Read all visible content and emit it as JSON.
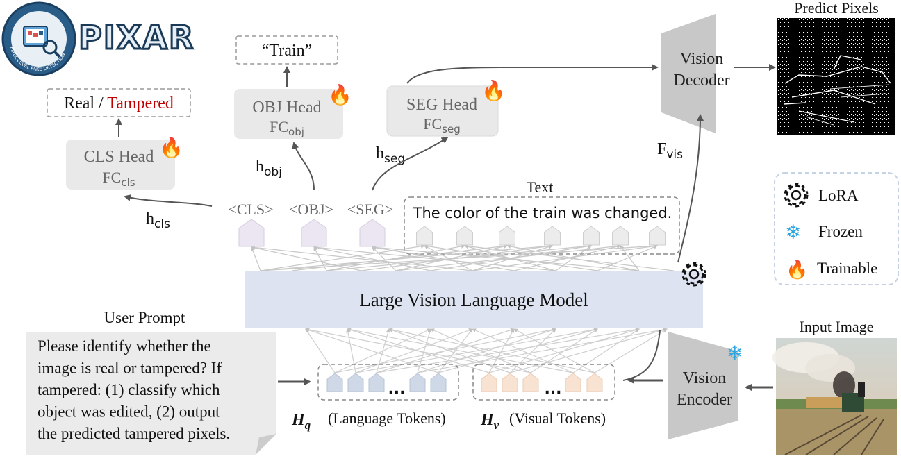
{
  "logo": {
    "word": "PIXAR",
    "ring_text": "PIXEL-LEVEL FAKE DETECTION"
  },
  "heads": {
    "cls": {
      "title": "CLS Head",
      "fc_base": "FC",
      "fc_sub": "cls",
      "output_a": "Real / ",
      "output_b": "Tampered",
      "h_base": "h",
      "h_sub": "cls"
    },
    "obj": {
      "title": "OBJ Head",
      "fc_base": "FC",
      "fc_sub": "obj",
      "output": "“Train”",
      "h_base": "h",
      "h_sub": "obj"
    },
    "seg": {
      "title": "SEG Head",
      "fc_base": "FC",
      "fc_sub": "seg",
      "h_base": "h",
      "h_sub": "seg"
    }
  },
  "tokens": {
    "cls": "<CLS>",
    "obj": "<OBJ>",
    "seg": "<SEG>"
  },
  "text_output": {
    "label": "Text",
    "sentence": "The color of the train was changed."
  },
  "vision_decoder": {
    "line1": "Vision",
    "line2": "Decoder"
  },
  "vision_encoder": {
    "line1": "Vision",
    "line2": "Encoder"
  },
  "f_vis": {
    "base": "F",
    "sub": "vis"
  },
  "predict_label": "Predict Pixels",
  "input_label": "Input Image",
  "lvlm_label": "Large Vision Language Model",
  "user_prompt": {
    "label": "User Prompt",
    "lines": [
      "Please identify whether the",
      "image is real or tampered? If",
      "tampered: (1) classify which",
      "object was edited, (2) output",
      "the predicted tampered pixels."
    ]
  },
  "language_tokens": {
    "symbol": "H",
    "sub": "q",
    "label": "(Language Tokens)",
    "ellipsis": "..."
  },
  "visual_tokens": {
    "symbol": "H",
    "sub": "v",
    "label": "(Visual Tokens)",
    "ellipsis": "..."
  },
  "legend": {
    "lora": "LoRA",
    "frozen": "Frozen",
    "trainable": "Trainable"
  },
  "colors": {
    "tampered": "#c00000",
    "lvlm_fill": "#dde3f1",
    "head_fill": "#e9e9e9",
    "trapezoid": "#c8c8c8",
    "special_token": "#ece6f2",
    "language_token": "#cfd8e6",
    "visual_token": "#f8e2d2",
    "text_token": "#ececec",
    "legend_border": "#c6d3e6"
  }
}
